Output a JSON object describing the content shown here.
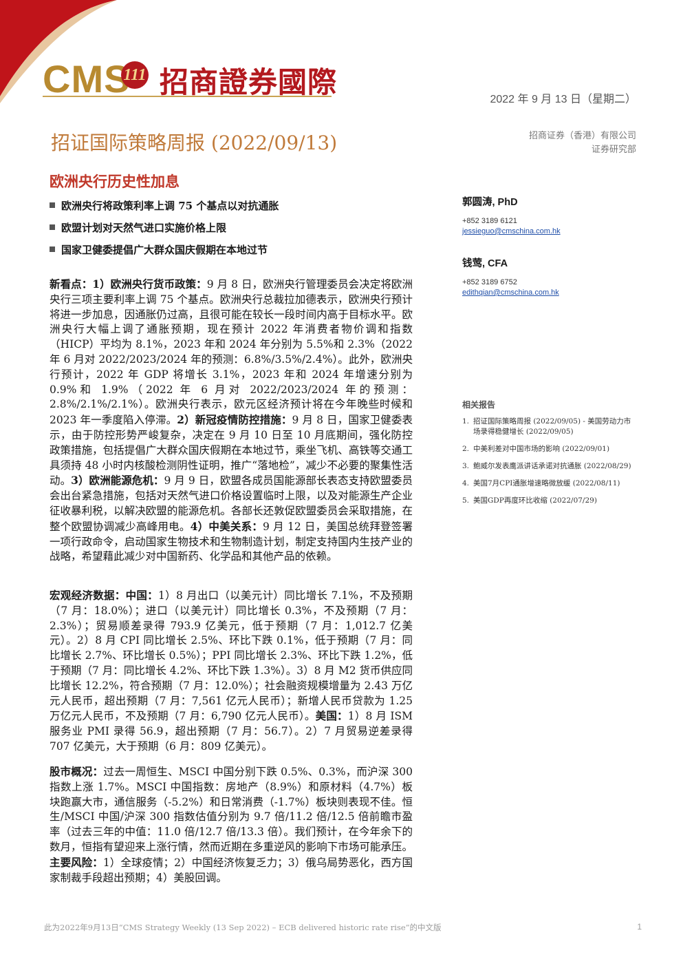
{
  "header": {
    "logo_latin": "CMS",
    "logo_emblem": "111",
    "logo_chinese": "招商證券國際",
    "date": "2022 年 9 月 13 日（星期二）",
    "title": "招证国际策略周报 (2022/09/13)",
    "company_line1": "招商证券（香港）有限公司",
    "company_line2": "证券研究部"
  },
  "subtitle": "欧洲央行历史性加息",
  "bullets": [
    "欧洲央行将政策利率上调 75 个基点以对抗通胀",
    "欧盟计划对天然气进口实施价格上限",
    "国家卫健委提倡广大群众国庆假期在本地过节"
  ],
  "body": {
    "para1": {
      "label": "新看点：1）欧洲央行货币政策：",
      "text1": "9 月 8 日，欧洲央行管理委员会决定将欧洲央行三项主要利率上调 75 个基点。欧洲央行总裁拉加德表示，欧洲央行预计将进一步加息，因通胀仍过高，且很可能在较长一段时间内高于目标水平。欧洲央行大幅上调了通胀预期，现在预计 2022 年消费者物价调和指数（HICP）平均为 8.1%，2023 年和 2024 年分别为 5.5%和 2.3%（2022 年 6 月对 2022/2023/2024 年的预测：6.8%/3.5%/2.4%）。此外，欧洲央行预计，2022 年 GDP 将增长 3.1%，2023 年和 2024 年增速分别为 0.9%和 1.9%（2022 年 6 月对 2022/2023/2024 年的预测：2.8%/2.1%/2.1%）。欧洲央行表示，欧元区经济预计将在今年晚些时候和 2023 年一季度陷入停滞。",
      "label2": "2）新冠疫情防控措施：",
      "text2": "9 月 8 日，国家卫健委表示，由于防控形势严峻复杂，决定在 9 月 10 日至 10 月底期间，强化防控政策措施，包括提倡广大群众国庆假期在本地过节，乘坐飞机、高铁等交通工具须持 48 小时内核酸检测阴性证明，推广“落地检”，减少不必要的聚集性活动。",
      "label3": "3）欧洲能源危机：",
      "text3": "9 月 9 日，欧盟各成员国能源部长表态支持欧盟委员会出台紧急措施，包括对天然气进口价格设置临时上限，以及对能源生产企业征收暴利税，以解决欧盟的能源危机。各部长还敦促欧盟委员会采取措施，在整个欧盟协调减少高峰用电。",
      "label4": "4）中美关系：",
      "text4": "9 月 12 日，美国总统拜登签署一项行政命令，启动国家生物技术和生物制造计划，制定支持国内生技产业的战略，希望藉此减少对中国新药、化学品和其他产品的依赖。"
    },
    "para2": {
      "label": "宏观经济数据：中国：",
      "text1": "1）8 月出口（以美元计）同比增长 7.1%，不及预期（7 月：18.0%）；进口（以美元计）同比增长 0.3%，不及预期（7 月：2.3%）；贸易顺差录得 793.9 亿美元，低于预期（7 月：1,012.7 亿美元）。2）8 月 CPI 同比增长 2.5%、环比下跌 0.1%，低于预期（7 月：同比增长 2.7%、环比增长 0.5%）；PPI 同比增长 2.3%、环比下跌 1.2%，低于预期（7 月：同比增长 4.2%、环比下跌 1.3%）。3）8 月 M2 货币供应同比增长 12.2%，符合预期（7 月：12.0%）；社会融资规模增量为 2.43 万亿元人民币，超出预期（7 月：7,561 亿元人民币）；新增人民币贷款为 1.25 万亿元人民币，不及预期（7 月：6,790 亿元人民币）。",
      "label2": "美国：",
      "text2": "1）8 月 ISM 服务业 PMI 录得 56.9，超出预期（7 月：56.7）。2）7 月贸易逆差录得 707 亿美元，大于预期（6 月：809 亿美元）。"
    },
    "para3": {
      "label": "股市概况：",
      "text1": "过去一周恒生、MSCI 中国分别下跌 0.5%、0.3%，而沪深 300 指数上涨 1.7%。MSCI 中国指数：房地产（8.9%）和原材料（4.7%）板块跑赢大市，通信服务（-5.2%）和日常消费（-1.7%）板块则表现不佳。恒生/MSCI 中国/沪深 300 指数估值分别为 9.7 倍/11.2 倍/12.5 倍前瞻市盈率（过去三年的中值：11.0 倍/12.7 倍/13.3 倍）。我们预计，在今年余下的数月，恒指有望迎来上涨行情，然而近期在多重逆风的影响下市场可能承压。",
      "label2": "主要风险：",
      "text2": "1）全球疫情；2）中国经济恢复乏力；3）俄乌局势恶化，西方国家制裁手段超出预期；4）美股回调。"
    }
  },
  "analysts": [
    {
      "name": "郭圆涛, PhD",
      "phone": "+852 3189 6121",
      "email": "jessieguo@cmschina.com.hk"
    },
    {
      "name": "钱莺, CFA",
      "phone": "+852 3189 6752",
      "email": "edithqian@cmschina.com.hk"
    }
  ],
  "related": {
    "heading": "相关报告",
    "items": [
      {
        "num": "1.",
        "text": "招证国际策略周报 (2022/09/05) - 美国劳动力市场录得稳健增长 (2022/09/05)"
      },
      {
        "num": "2.",
        "text": "中美利差对中国市场的影响 (2022/09/01)"
      },
      {
        "num": "3.",
        "text": "鲍威尔发表鹰派讲话承诺对抗通胀 (2022/08/29)"
      },
      {
        "num": "4.",
        "text": "美国7月CPI通胀增速略微放缓 (2022/08/11)"
      },
      {
        "num": "5.",
        "text": "美国GDP再度环比收缩 (2022/07/29)"
      }
    ]
  },
  "footer": {
    "note": "此为2022年9月13日“CMS Strategy Weekly (13 Sep 2022) – ECB delivered historic rate rise”的中文版",
    "page": "1"
  },
  "colors": {
    "brand_red": "#b3191e",
    "brand_gold": "#b88a30",
    "title_orange": "#c07a3a",
    "subtitle_red": "#c0392b"
  }
}
